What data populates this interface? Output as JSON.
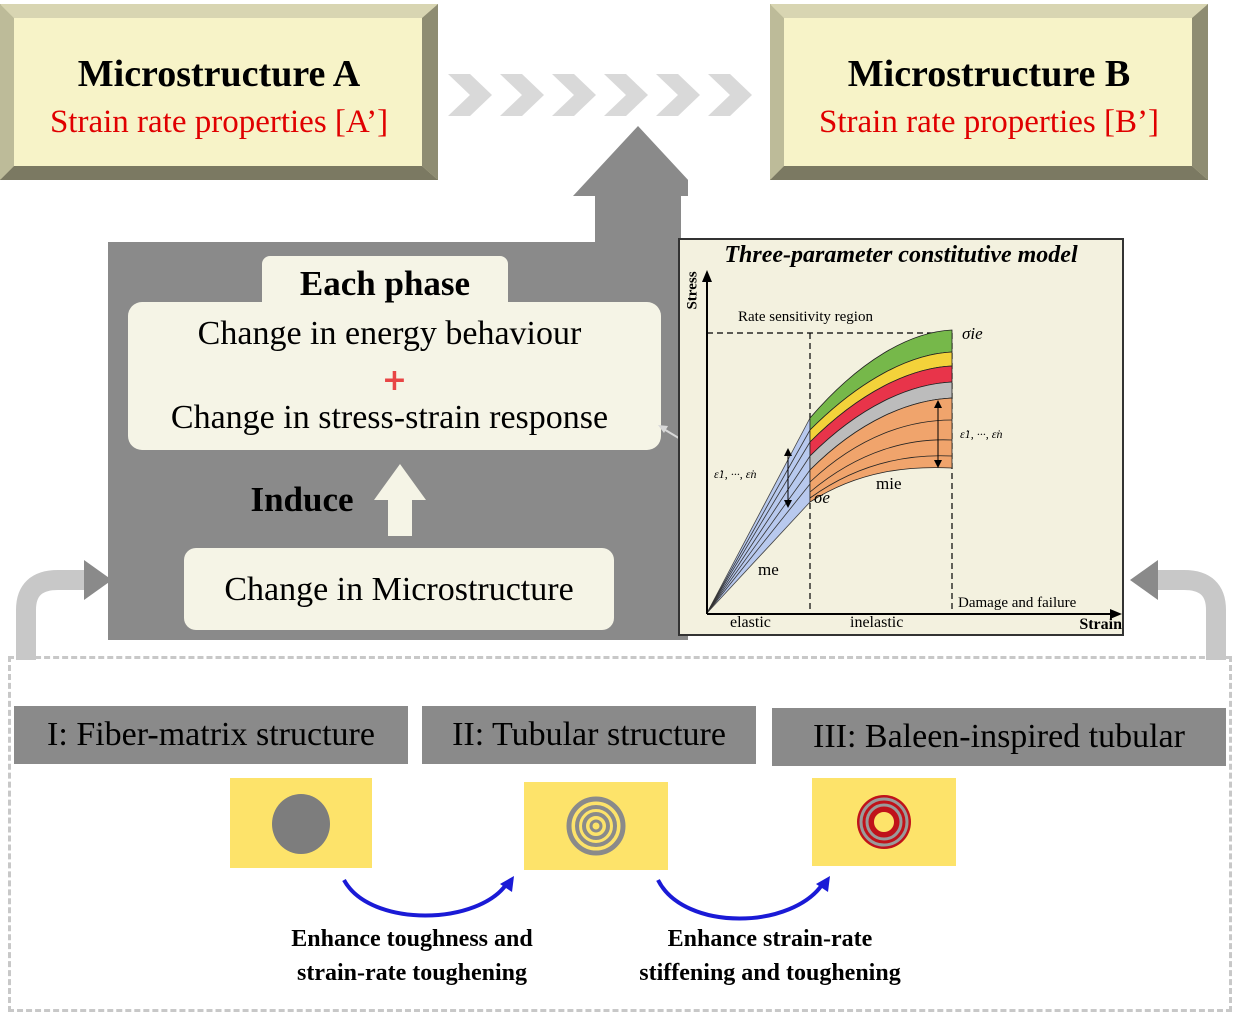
{
  "top": {
    "box_a": {
      "title": "Microstructure A",
      "subtitle": "Strain rate properties [A’]"
    },
    "box_b": {
      "title": "Microstructure B",
      "subtitle": "Strain rate properties [B’]"
    }
  },
  "phase_panel": {
    "header": "Each phase",
    "line1": "Change in energy behaviour",
    "plus": "+",
    "line2": "Change in stress-strain response",
    "induce": "Induce",
    "micro_change": "Change in Microstructure"
  },
  "model": {
    "title": "Three-parameter constitutive model",
    "ylabel": "Stress",
    "xlabel": "Strain",
    "rate_region": "Rate sensitivity region",
    "sigma_ie": "σie",
    "sigma_e": "σe",
    "m_ie": "mie",
    "m_e": "me",
    "rates_left": "ε̇1, ···, ε̇n",
    "rates_right": "ε̇1, ···, ε̇n",
    "elastic": "elastic",
    "inelastic": "inelastic",
    "damage": "Damage and failure"
  },
  "structures": {
    "s1": "I: Fiber-matrix structure",
    "s2": "II: Tubular structure",
    "s3": "III: Baleen-inspired tubular"
  },
  "notes": {
    "n1_line1": "Enhance toughness and",
    "n1_line2": "strain-rate toughening",
    "n2_line1": "Enhance strain-rate",
    "n2_line2": "stiffening and toughening"
  },
  "colors": {
    "panel_gray": "#8a8a8a",
    "cream": "#f7f3c8",
    "red_text": "#e00000",
    "specimen_yellow": "#fde36a",
    "arrow_blue": "#1a1ad6"
  }
}
